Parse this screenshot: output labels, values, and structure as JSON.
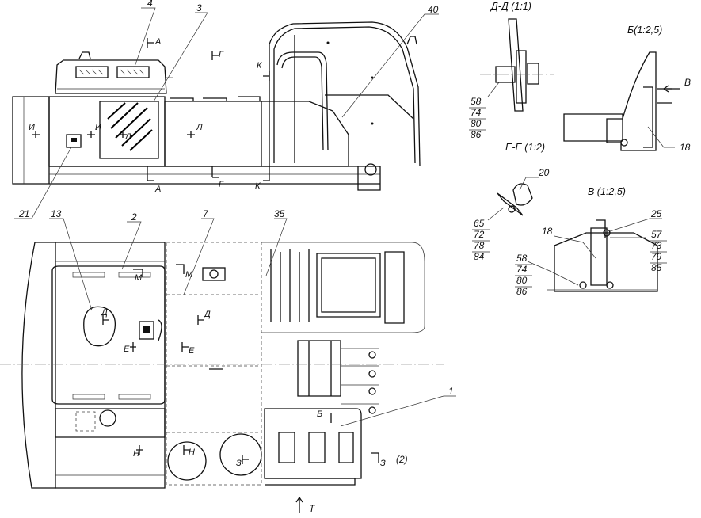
{
  "views": {
    "view_dd": {
      "title": "Д-Д (1:1)"
    },
    "view_b": {
      "title": "Б(1:2,5)"
    },
    "view_ee": {
      "title": "Е-Е (1:2)"
    },
    "view_v": {
      "title": "В (1:2,5)"
    },
    "arrow_v": "В",
    "arrow_t": "Т",
    "section_z_note": "(2)"
  },
  "callouts": {
    "side": {
      "p4": "4",
      "p3": "3",
      "p40": "40",
      "p21": "21"
    },
    "plan": {
      "p13": "13",
      "p2": "2",
      "p7": "7",
      "p35": "35",
      "p1": "1"
    },
    "detail": {
      "p18_b": "18",
      "p20": "20",
      "p25": "25",
      "p18_v": "18"
    }
  },
  "stacks": {
    "dd": [
      "58",
      "74",
      "80",
      "86"
    ],
    "ee": [
      "65",
      "72",
      "78",
      "84"
    ],
    "v_left": [
      "58",
      "74",
      "80",
      "86"
    ],
    "v_right": [
      "57",
      "73",
      "79",
      "85"
    ]
  },
  "section_letters": {
    "A": "А",
    "G": "Г",
    "K": "К",
    "I": "И",
    "L": "Л",
    "M": "М",
    "D": "Д",
    "E": "Е",
    "N": "Н",
    "Z": "З",
    "B": "Б"
  }
}
